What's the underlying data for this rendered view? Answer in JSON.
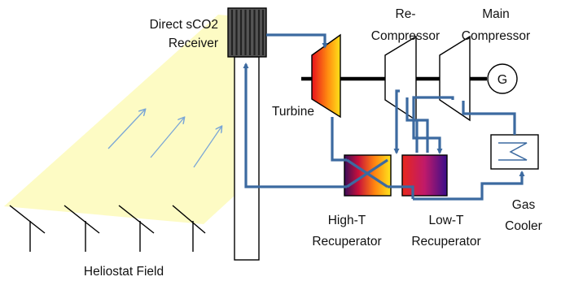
{
  "labels": {
    "receiver_line1": "Direct sCO2",
    "receiver_line2": "Receiver",
    "recompressor_line1": "Re-",
    "recompressor_line2": "Compressor",
    "main_compressor_line1": "Main",
    "main_compressor_line2": "Compressor",
    "generator": "G",
    "turbine": "Turbine",
    "high_t_line1": "High-T",
    "high_t_line2": "Recuperator",
    "low_t_line1": "Low-T",
    "low_t_line2": "Recuperator",
    "gas_cooler_line1": "Gas",
    "gas_cooler_line2": "Cooler",
    "heliostat_field": "Heliostat Field"
  },
  "colors": {
    "pipe": "#3c6aa0",
    "sunlight": "#fdfbc4",
    "sun_arrows": "#7aa6d6",
    "shaft": "#000000",
    "receiver_stripes": "#3a3a3a"
  }
}
